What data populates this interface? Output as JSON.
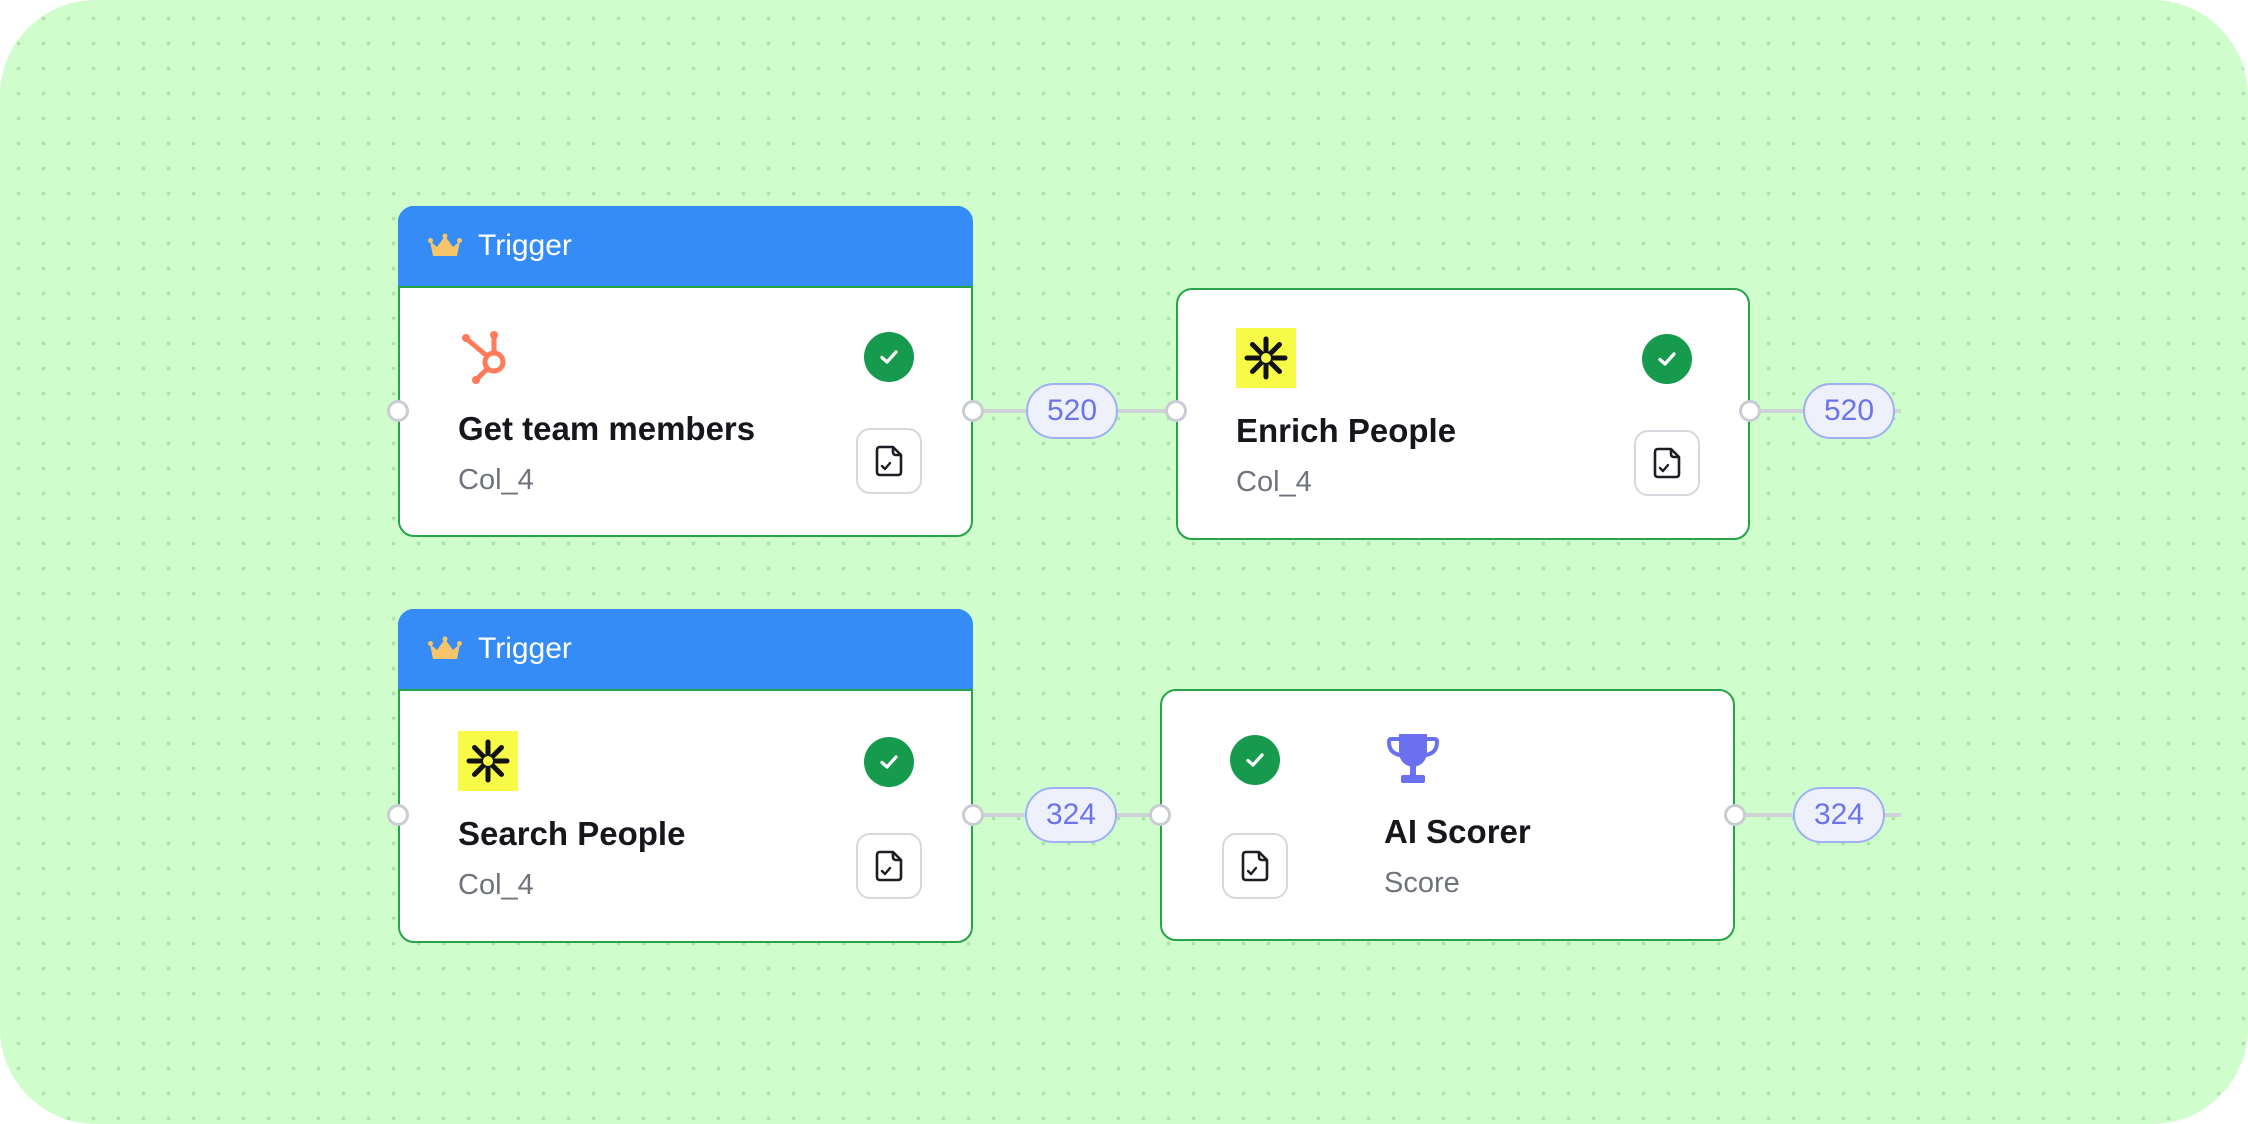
{
  "workflow": {
    "nodes": [
      {
        "id": "get-team-members",
        "header_label": "Trigger",
        "title": "Get team members",
        "subtitle": "Col_4",
        "app_icon": "hubspot-icon",
        "status": "success"
      },
      {
        "id": "enrich-people",
        "title": "Enrich People",
        "subtitle": "Col_4",
        "app_icon": "sparkle-icon",
        "status": "success"
      },
      {
        "id": "search-people",
        "header_label": "Trigger",
        "title": "Search People",
        "subtitle": "Col_4",
        "app_icon": "sparkle-icon",
        "status": "success"
      },
      {
        "id": "ai-scorer",
        "title": "AI Scorer",
        "subtitle": "Score",
        "app_icon": "trophy-icon",
        "status": "success"
      }
    ],
    "edges": [
      {
        "from": "get-team-members",
        "to": "enrich-people",
        "count": "520"
      },
      {
        "from": "enrich-people",
        "to": "",
        "count": "520"
      },
      {
        "from": "search-people",
        "to": "ai-scorer",
        "count": "324"
      },
      {
        "from": "ai-scorer",
        "to": "",
        "count": "324"
      }
    ]
  },
  "colors": {
    "canvas_bg": "#cffdcc",
    "header_blue": "#358cf6",
    "node_border": "#27a34a",
    "success_green": "#169a4d",
    "count_text": "#6b74e8",
    "hubspot_orange": "#ff7a59",
    "sparkle_yellow": "#f7fb48",
    "trophy_purple": "#6b70f0",
    "crown_gold": "#f6c46a"
  }
}
